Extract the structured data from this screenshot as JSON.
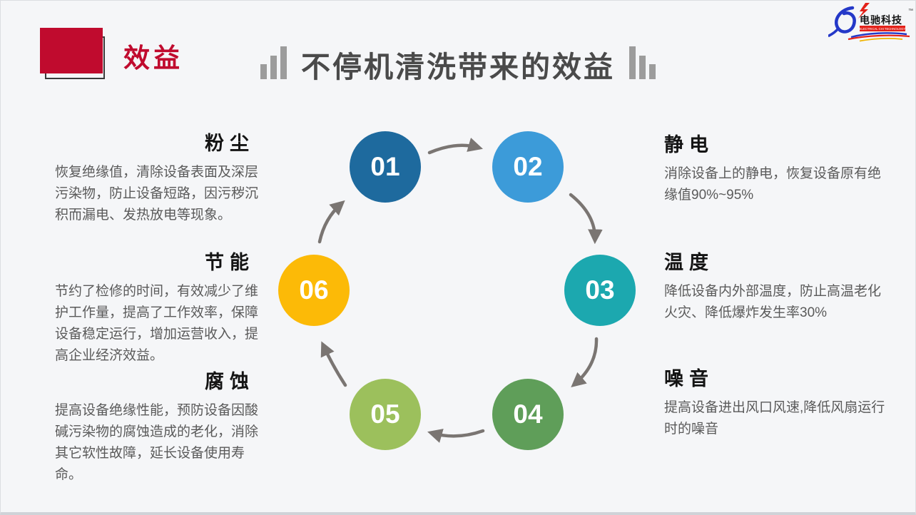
{
  "page": {
    "background": "#f5f6f8",
    "border_bottom": "#d0d3d8"
  },
  "header": {
    "section_label": "效益",
    "accent_color": "#c00b2e",
    "title": "不停机清洗带来的效益",
    "title_color": "#4a4a4a"
  },
  "logo": {
    "name": "电驰科技",
    "subtitle": "ELECTRICAL CHI TECHNOLOGY",
    "trademark": "™",
    "swoosh_color": "#2438c8",
    "bolt_color": "#e32119"
  },
  "cycle": {
    "arrow_color": "#7a7572",
    "steps": [
      {
        "num": "01",
        "color": "#1e6a9e"
      },
      {
        "num": "02",
        "color": "#3c9bd9"
      },
      {
        "num": "03",
        "color": "#1ca8af"
      },
      {
        "num": "04",
        "color": "#5f9e59"
      },
      {
        "num": "05",
        "color": "#9cc05c"
      },
      {
        "num": "06",
        "color": "#fcba07"
      }
    ]
  },
  "benefits": {
    "left": [
      {
        "title": "粉尘",
        "body": "恢复绝缘值，清除设备表面及深层污染物，防止设备短路，因污秽沉积而漏电、发热放电等现象。"
      },
      {
        "title": "节能",
        "body": "节约了检修的时间，有效减少了维护工作量，提高了工作效率，保障设备稳定运行，增加运营收入，提高企业经济效益。"
      },
      {
        "title": "腐蚀",
        "body": "提高设备绝缘性能，预防设备因酸碱污染物的腐蚀造成的老化，消除其它软性故障，延长设备使用寿命。"
      }
    ],
    "right": [
      {
        "title": "静电",
        "body": "消除设备上的静电，恢复设备原有绝缘值90%~95%"
      },
      {
        "title": "温度",
        "body": "降低设备内外部温度，防止高温老化火灾、降低爆炸发生率30%"
      },
      {
        "title": "噪音",
        "body": "提高设备进出风口风速,降低风扇运行时的噪音"
      }
    ]
  }
}
